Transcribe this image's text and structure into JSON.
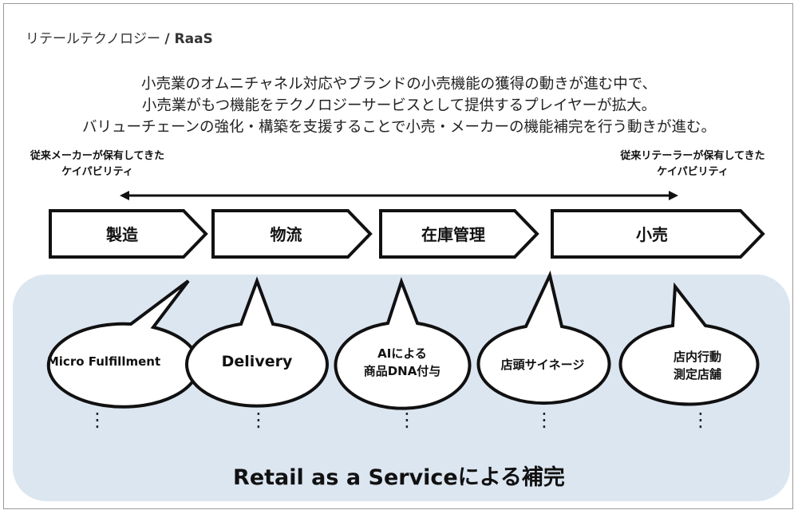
{
  "header": {
    "title": "リテールテクノロジー",
    "title_suffix": "/ RaaS"
  },
  "intro": {
    "lines": [
      "小売業のオムニチャネル対応やブランドの小売機能の獲得の動きが進む中で、",
      "小売業がもつ機能をテクノロジーサービスとして提供するプレイヤーが拡大。",
      "バリューチェーンの強化・構築を支援することで小売・メーカーの機能補完を行う動きが進む。"
    ]
  },
  "axis": {
    "left_label": [
      "従来メーカーが保有してきた",
      "ケイパビリティ"
    ],
    "right_label": [
      "従来リテーラーが保有してきた",
      "ケイパビリティ"
    ]
  },
  "stages": [
    "製造",
    "物流",
    "在庫管理",
    "小売"
  ],
  "services": [
    [
      "Micro Fulfillment"
    ],
    [
      "Delivery"
    ],
    [
      "AIによる",
      "商品DNA付与"
    ],
    [
      "店頭サイネージ"
    ],
    [
      "店内行動",
      "測定店舗"
    ]
  ],
  "more_marker": "⋮",
  "footer": "Retail as a Serviceによる補完",
  "colors": {
    "panel": "#dce6f1",
    "outline": "#111111",
    "text": "#1a1a1a"
  }
}
